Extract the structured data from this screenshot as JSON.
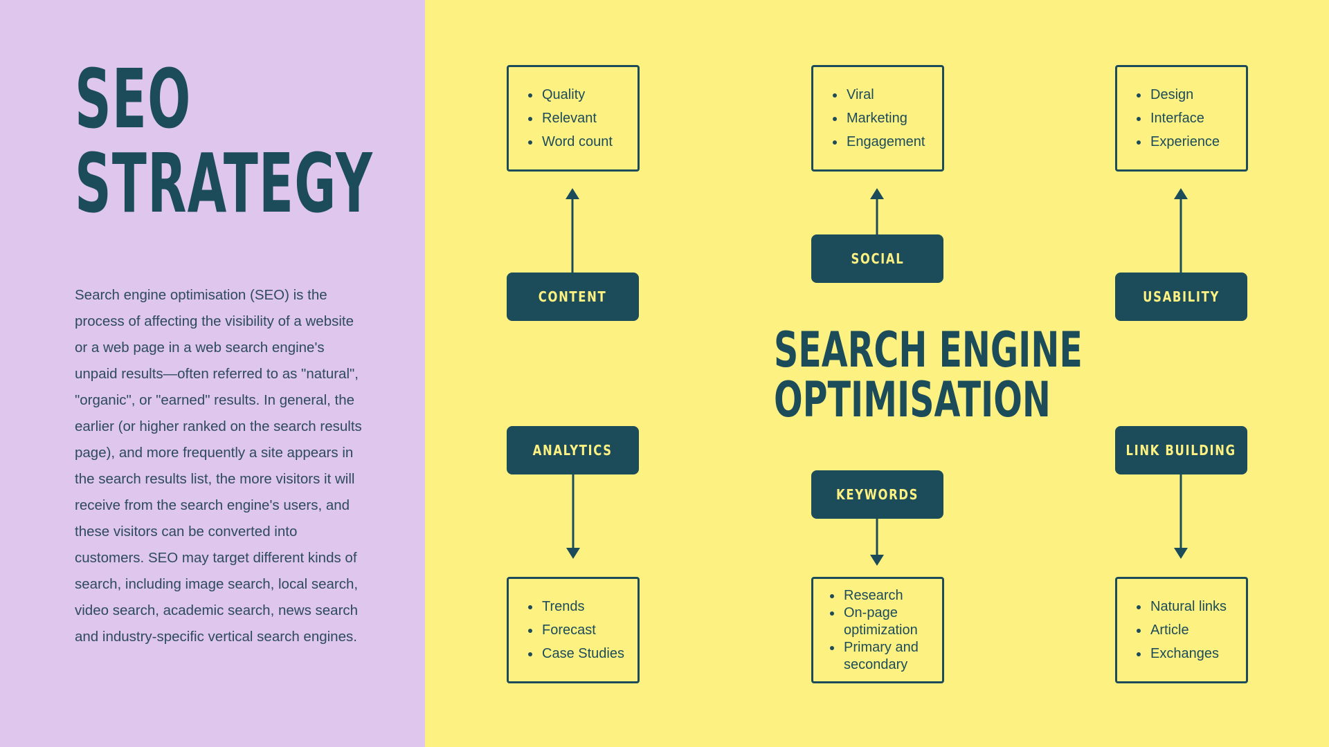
{
  "left": {
    "title_line1": "SEO",
    "title_line2": "STRATEGY",
    "description": "Search engine optimisation (SEO) is the process of affecting the visibility of a website or a web page in a web search engine's unpaid results—often referred to as \"natural\", \"organic\", or \"earned\" results. In general, the earlier (or higher ranked on the search results page), and more frequently a site appears in the search results list, the more visitors it will receive from the search engine's users, and these visitors can be converted into customers. SEO may target different kinds of search, including image search, local search, video search, academic search, news search and industry-specific vertical search engines."
  },
  "diagram": {
    "center_line1": "SEARCH ENGINE",
    "center_line2": "OPTIMISATION",
    "nodes": {
      "content": {
        "label": "CONTENT",
        "items": [
          "Quality",
          "Relevant",
          "Word count"
        ]
      },
      "social": {
        "label": "SOCIAL",
        "items": [
          "Viral",
          "Marketing",
          "Engagement"
        ]
      },
      "usability": {
        "label": "USABILITY",
        "items": [
          "Design",
          "Interface",
          "Experience"
        ]
      },
      "analytics": {
        "label": "ANALYTICS",
        "items": [
          "Trends",
          "Forecast",
          "Case Studies"
        ]
      },
      "keywords": {
        "label": "KEYWORDS",
        "items": [
          "Research",
          "On-page optimization",
          "Primary and secondary"
        ]
      },
      "link_building": {
        "label": "LINK BUILDING",
        "items": [
          "Natural links",
          "Article",
          "Exchanges"
        ]
      }
    }
  },
  "colors": {
    "left_background": "#dec6ec",
    "right_background": "#fdf181",
    "primary": "#1c4b5a",
    "accent_text": "#fdf181"
  }
}
